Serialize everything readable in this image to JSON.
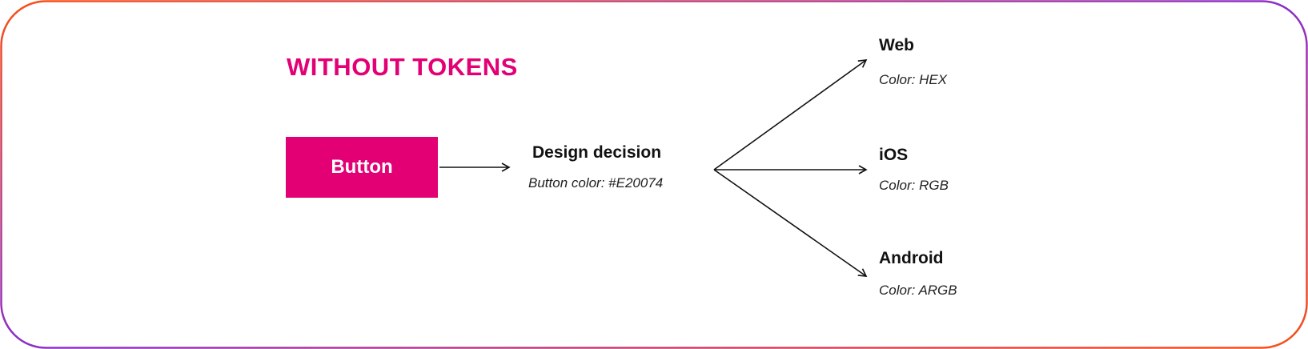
{
  "title": "WITHOUT TOKENS",
  "button": {
    "label": "Button",
    "color": "#E20074"
  },
  "decision": {
    "heading": "Design decision",
    "detail": "Button color: #E20074"
  },
  "platforms": [
    {
      "name": "Web",
      "detail": "Color: HEX"
    },
    {
      "name": "iOS",
      "detail": "Color: RGB"
    },
    {
      "name": "Android",
      "detail": "Color: ARGB"
    }
  ]
}
